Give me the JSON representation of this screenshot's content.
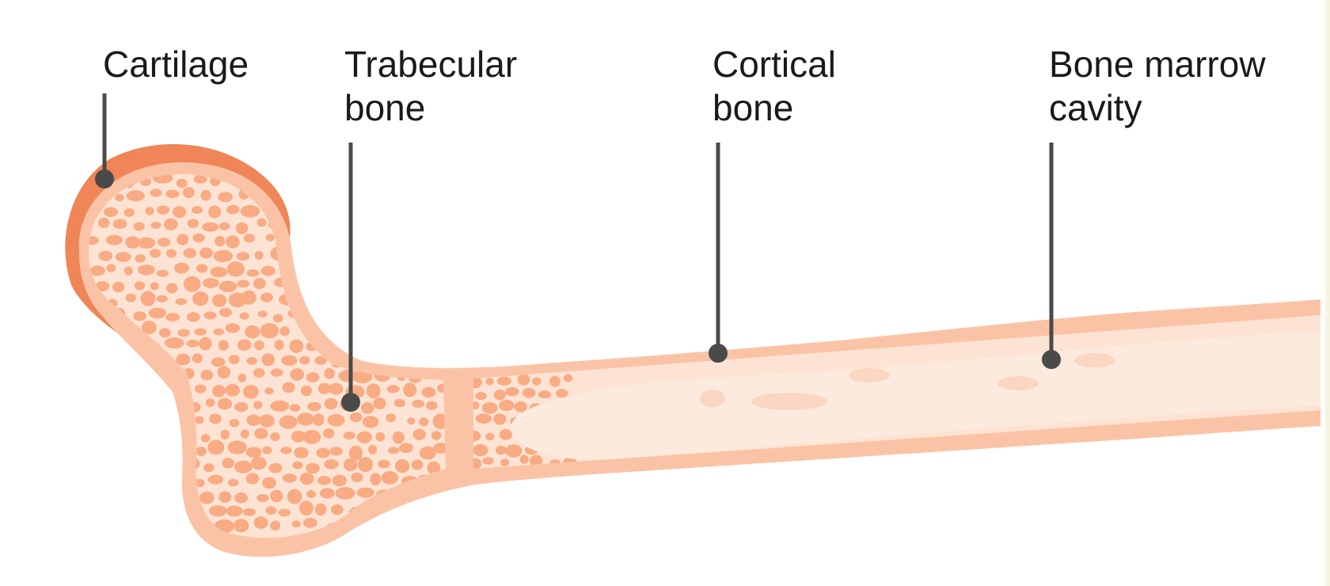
{
  "labels": {
    "cartilage": [
      "Cartilage"
    ],
    "trabecular": [
      "Trabecular",
      "bone"
    ],
    "cortical": [
      "Cortical",
      "bone"
    ],
    "marrow": [
      "Bone marrow",
      "cavity"
    ]
  },
  "colors": {
    "cartilage": "#f08558",
    "cortical": "#fbc3a6",
    "spongy_fill": "#fde3d3",
    "pores": "#f9ab84",
    "marrow": "#fdeade",
    "leader": "#4a4a4a",
    "text": "#1a1a1a"
  }
}
